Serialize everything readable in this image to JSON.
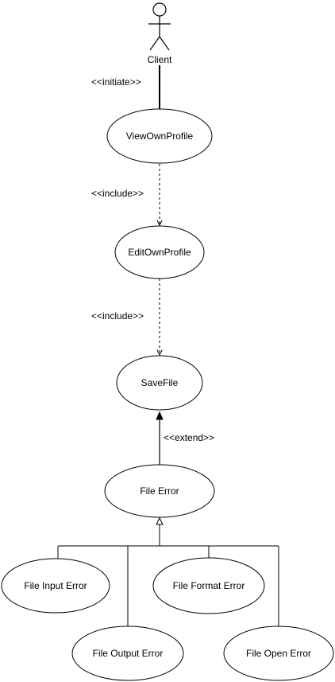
{
  "actor": {
    "label": "Client"
  },
  "use_cases": {
    "view_own_profile": "ViewOwnProfile",
    "edit_own_profile": "EditOwnProfile",
    "save_file": "SaveFile",
    "file_error": "File Error",
    "file_input_error": "File Input Error",
    "file_format_error": "File Format Error",
    "file_output_error": "File Output Error",
    "file_open_error": "File Open Error"
  },
  "relations": {
    "initiate": "<<initiate>>",
    "include_1": "<<include>>",
    "include_2": "<<include>>",
    "extend": "<<extend>>"
  },
  "colors": {
    "stroke": "#000000",
    "fill": "#ffffff",
    "text": "#000000"
  }
}
